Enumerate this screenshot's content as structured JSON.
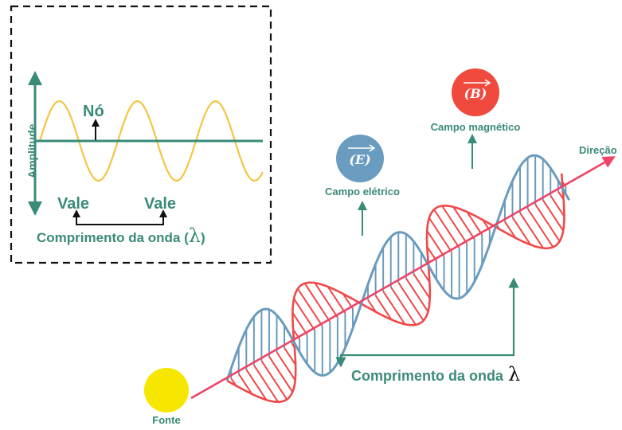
{
  "inset": {
    "y_axis_label": "Amplitude",
    "node_label": "Nó",
    "trough_label_left": "Vale",
    "trough_label_right": "Vale",
    "wavelength_label": "Comprimento da onda (",
    "lambda_symbol": "λ",
    "wavelength_close": ")"
  },
  "main": {
    "electric_symbol": "(E)",
    "electric_label": "Campo elétrico",
    "magnetic_symbol": "(B)",
    "magnetic_label": "Campo magnético",
    "direction_label": "Direção",
    "source_label": "Fonte",
    "wavelength_label": "Comprimento da onda",
    "lambda_symbol": "λ"
  },
  "colors": {
    "teal": "#3a8a78",
    "sine_yellow": "#f4c542",
    "electric_blue": "#6a9bbd",
    "magnetic_red": "#f04848",
    "direction_pink": "#ee4466",
    "source_yellow": "#f7e600",
    "magnetic_badge": "#f04a3e",
    "electric_badge": "#6a9cc0"
  }
}
